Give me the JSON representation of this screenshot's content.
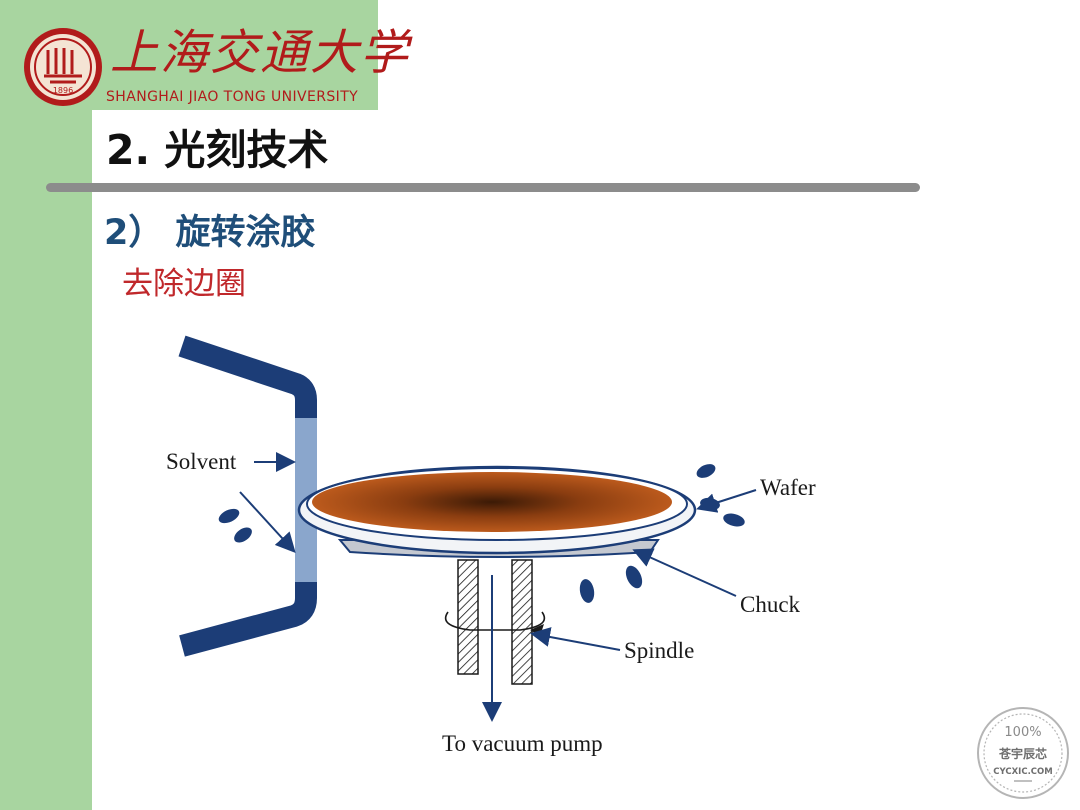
{
  "header": {
    "university_cn": "上海交通大学",
    "university_en": "SHANGHAI JIAO TONG UNIVERSITY",
    "seal_year": "1896"
  },
  "slide": {
    "title": "2. 光刻技术",
    "subtitle": "2） 旋转涂胶",
    "topic": "去除边圈"
  },
  "diagram": {
    "labels": {
      "solvent": "Solvent",
      "wafer": "Wafer",
      "chuck": "Chuck",
      "spindle": "Spindle",
      "vacuum": "To vacuum pump"
    }
  },
  "watermark": {
    "percent": "100%",
    "name": "苍宇辰芯",
    "site": "CYCXIC.COM"
  },
  "colors": {
    "sidebar": "#a8d5a0",
    "brand_red": "#b11b1b",
    "nozzle_blue": "#1c3d77",
    "wafer_orange": "#b8531a",
    "subtitle_blue": "#1f4e79",
    "topic_red": "#c0282b"
  }
}
